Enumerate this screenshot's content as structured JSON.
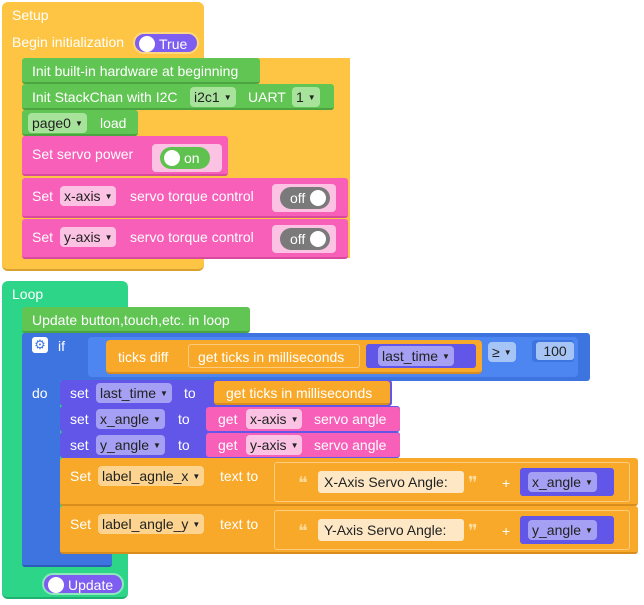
{
  "setup": {
    "title": "Setup",
    "begin_init_label": "Begin initialization",
    "begin_init_value": "True",
    "init_hw": "Init built-in hardware at beginning",
    "init_stackchan": "Init StackChan with I2C",
    "i2c_value": "i2c1",
    "uart_label": "UART",
    "uart_value": "1",
    "page_value": "page0",
    "page_load": "load",
    "servo_power_label": "Set servo power",
    "servo_power_value": "on",
    "set_label": "Set",
    "x_axis": "x-axis",
    "y_axis": "y-axis",
    "torque_label": "servo torque control",
    "off_value": "off"
  },
  "loop": {
    "title": "Loop",
    "update_label": "Update button,touch,etc. in loop",
    "if_label": "if",
    "do_label": "do",
    "ticks_diff": "ticks diff",
    "get_ticks": "get ticks in milliseconds",
    "var_last_time": "last_time",
    "compare_op": "≥",
    "compare_value": "100",
    "set_label": "set",
    "to_label": "to",
    "var_x_angle": "x_angle",
    "var_y_angle": "y_angle",
    "get_label": "get",
    "x_axis": "x-axis",
    "y_axis": "y-axis",
    "servo_angle": "servo angle",
    "set_text_label": "Set",
    "label_x": "label_agnle_x",
    "label_y": "label_angle_y",
    "text_to": "text to",
    "str_x": "X-Axis Servo Angle:",
    "str_y": "Y-Axis Servo Angle:",
    "plus": "+",
    "update_toggle": "Update"
  },
  "colors": {
    "setup": "#fdc543",
    "loop": "#2cd588",
    "green": "#61c554",
    "pink": "#f75fb9",
    "purple": "#6156e8",
    "blue": "#3d74e0",
    "orange": "#f9a929"
  }
}
